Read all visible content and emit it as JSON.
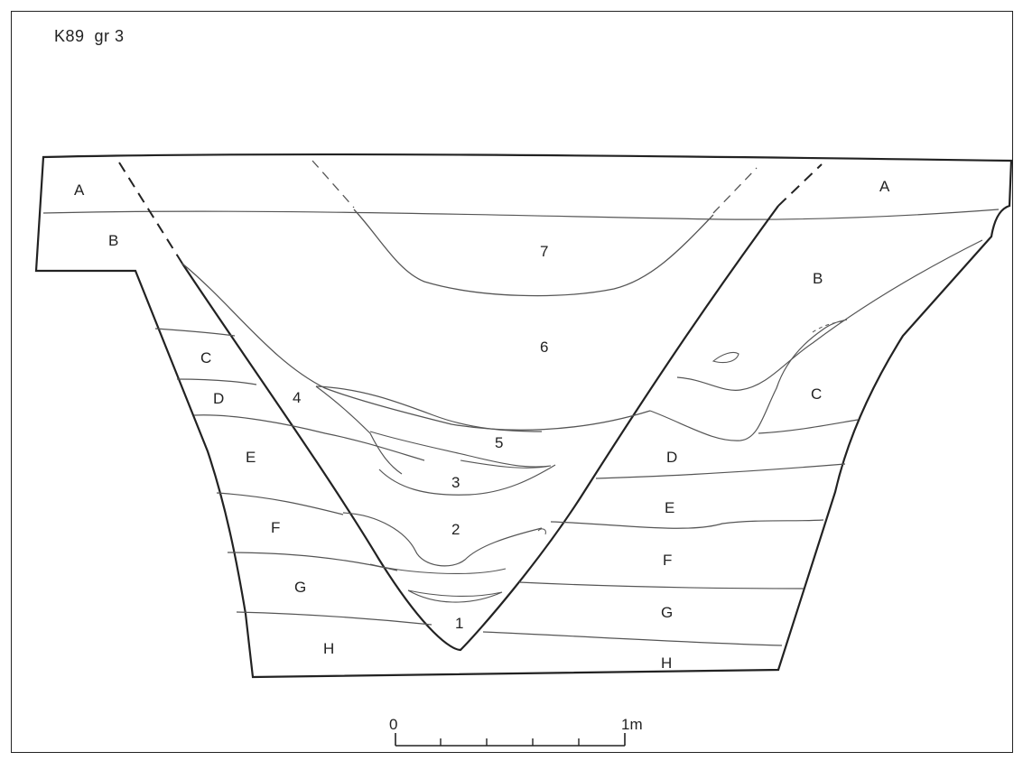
{
  "title": "K89  gr 3",
  "layers_left": [
    "A",
    "B",
    "C",
    "D",
    "E",
    "F",
    "G",
    "H"
  ],
  "layers_right": [
    "A",
    "B",
    "C",
    "D",
    "E",
    "F",
    "G",
    "H"
  ],
  "fills": [
    "1",
    "2",
    "3",
    "4",
    "5",
    "6",
    "7"
  ],
  "scale": {
    "start": "0",
    "end": "1m"
  },
  "colors": {
    "ink": "#222222",
    "line": "#555555"
  }
}
